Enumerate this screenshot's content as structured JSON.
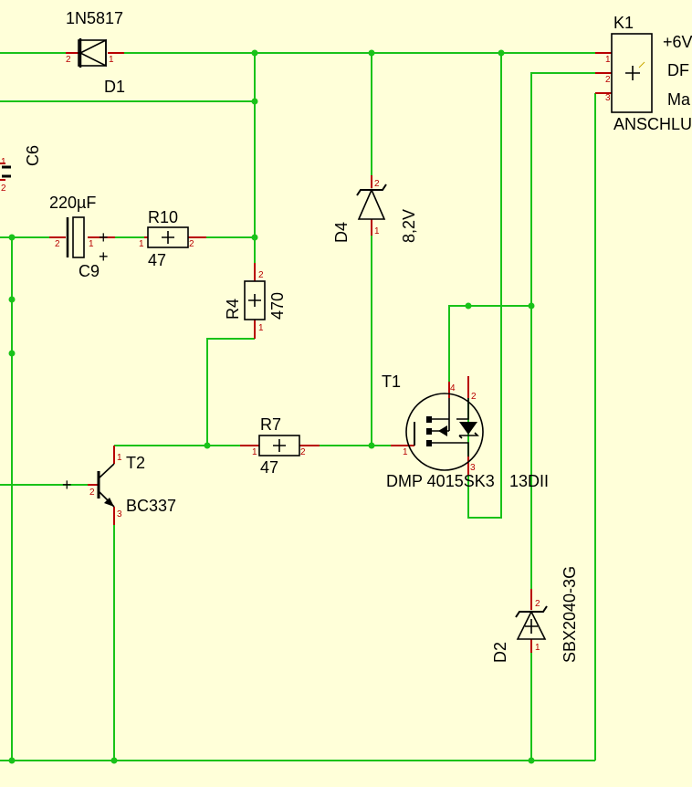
{
  "components": {
    "d1": {
      "ref": "D1",
      "value": "1N5817"
    },
    "c6": {
      "ref": "C6"
    },
    "c9": {
      "ref": "C9",
      "value": "220µF",
      "polarity": "+"
    },
    "r10": {
      "ref": "R10",
      "value": "47"
    },
    "d4": {
      "ref": "D4",
      "value": "8,2V"
    },
    "r4": {
      "ref": "R4",
      "value": "470"
    },
    "t1": {
      "ref": "T1",
      "value": "DMP 4015SK3"
    },
    "t1_overlap": {
      "value": "13DII"
    },
    "r7": {
      "ref": "R7",
      "value": "47"
    },
    "t2": {
      "ref": "T2",
      "value": "BC337",
      "polarity": "+"
    },
    "d2": {
      "ref": "D2",
      "value": "SBX2040-3G"
    },
    "k1": {
      "ref": "K1",
      "value": "ANSCHLU",
      "lines": [
        "+6V",
        "DF",
        "Ma"
      ]
    }
  },
  "pin_numbers": {
    "one": "1",
    "two": "2",
    "three": "3",
    "four": "4"
  },
  "colors": {
    "background": "#ffffd9",
    "wire": "#19c219",
    "pin": "#b80000",
    "body": "#000000"
  }
}
